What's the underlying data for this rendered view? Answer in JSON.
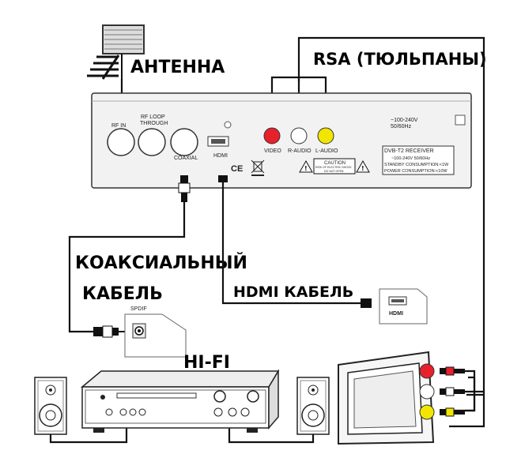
{
  "labels": {
    "antenna": "АНТЕННА",
    "rsa": "RSA (ТЮЛЬПАНЫ)",
    "coax_cable_line1": "КОАКСИАЛЬНЫЙ",
    "coax_cable_line2": "КАБЕЛЬ",
    "hdmi_cable": "HDMI КАБЕЛЬ",
    "hifi": "HI-FI"
  },
  "receiver": {
    "rf_in": "RF IN",
    "rf_loop_line1": "RF LOOP",
    "rf_loop_line2": "THROUGH",
    "coaxial": "COAXIAL",
    "hdmi": "HDMI",
    "video": "VIDEO",
    "r_audio": "R-AUDIO",
    "l_audio": "L-AUDIO",
    "power_line1": "~100-240V",
    "power_line2": "50/60Hz",
    "caution_title": "CAUTION",
    "caution_line1": "RISK OF ELECTRIC SHOCK",
    "caution_line2": "DO NOT OPEN",
    "model_title": "DVB-T2 RECEIVER",
    "spec_line1": "~100-240V 50/60Hz",
    "spec_line2": "STANDBY CONSUMPTION:<1W",
    "spec_line3": "POWER CONSUMPTION:<10W",
    "ce_mark": "CE"
  },
  "spdif_label": "SPDIF",
  "tv_hdmi_label": "HDMI",
  "colors": {
    "video": "#e8202a",
    "r_audio": "#ffffff",
    "l_audio": "#f2e600",
    "wire": "#111111"
  },
  "icons": [
    "antenna-icon",
    "speaker-icon",
    "amplifier-icon",
    "tv-icon",
    "warning-icon",
    "recycle-bin-icon"
  ]
}
